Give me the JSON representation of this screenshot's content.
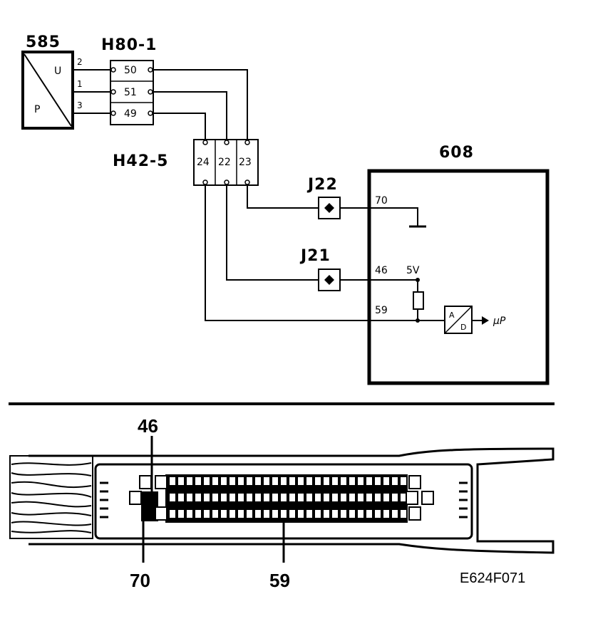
{
  "schematic": {
    "sensor": {
      "id": "585",
      "label_top": "U",
      "label_bottom": "P",
      "pins": [
        "2",
        "1",
        "3"
      ]
    },
    "connector_h80": {
      "id": "H80-1",
      "pins": [
        "50",
        "51",
        "49"
      ]
    },
    "connector_h42": {
      "id": "H42-5",
      "pins": [
        "24",
        "22",
        "23"
      ]
    },
    "ecu": {
      "id": "608",
      "pins": [
        "70",
        "46",
        "59"
      ],
      "supply": "5V",
      "adc_top": "A",
      "adc_bottom": "D",
      "output": "μP"
    },
    "junctions": [
      "J22",
      "J21"
    ]
  },
  "connector_view": {
    "callouts": [
      "46",
      "70",
      "59"
    ],
    "code": "E624F071"
  }
}
